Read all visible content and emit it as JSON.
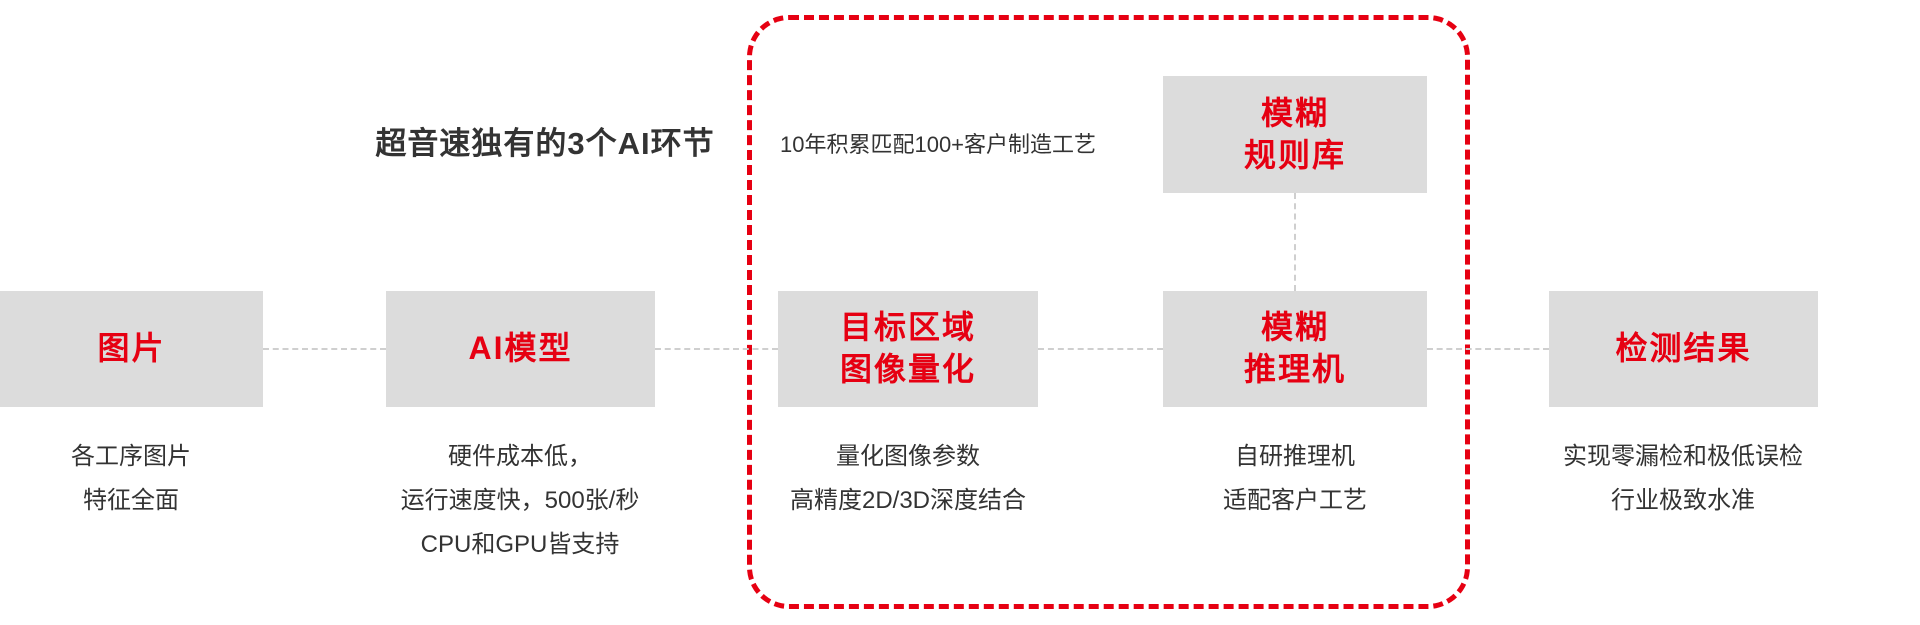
{
  "title": "超音速独有的3个AI环节",
  "annotation": "10年积累匹配100+客户制造工艺",
  "nodes": [
    {
      "id": "image",
      "label": "图片",
      "desc": [
        "各工序图片",
        "特征全面"
      ]
    },
    {
      "id": "ai-model",
      "label": "AI模型",
      "desc": [
        "硬件成本低，",
        "运行速度快，500张/秒",
        "CPU和GPU皆支持"
      ]
    },
    {
      "id": "target-quantize",
      "label": "目标区域\n图像量化",
      "desc": [
        "量化图像参数",
        "高精度2D/3D深度结合"
      ]
    },
    {
      "id": "fuzzy-rulebase",
      "label": "模糊\n规则库",
      "desc": []
    },
    {
      "id": "fuzzy-inference",
      "label": "模糊\n推理机",
      "desc": [
        "自研推理机",
        "适配客户工艺"
      ]
    },
    {
      "id": "result",
      "label": "检测结果",
      "desc": [
        "实现零漏检和极低误检",
        "行业极致水准"
      ]
    }
  ],
  "colors": {
    "accent_red": "#e60012",
    "box_bg": "#dcdcdc",
    "text": "#333333",
    "connector": "#cfcfcf",
    "background": "#ffffff"
  }
}
